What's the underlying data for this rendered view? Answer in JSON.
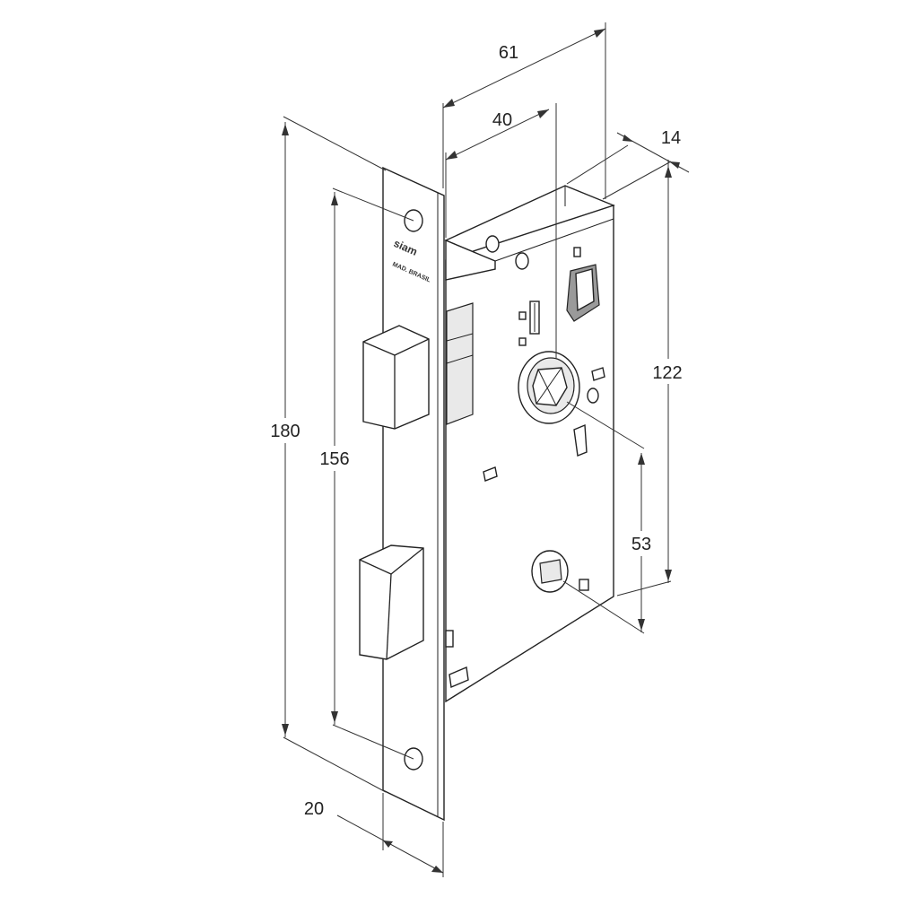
{
  "diagram": {
    "brand_mark": "siam",
    "brand_subtext": "MAD. BRASIL",
    "dimensions": {
      "total_depth": "61",
      "backset": "40",
      "thickness": "14",
      "case_height": "122",
      "total_height": "180",
      "screw_spacing": "156",
      "center_distance": "53",
      "faceplate_width": "20"
    }
  }
}
